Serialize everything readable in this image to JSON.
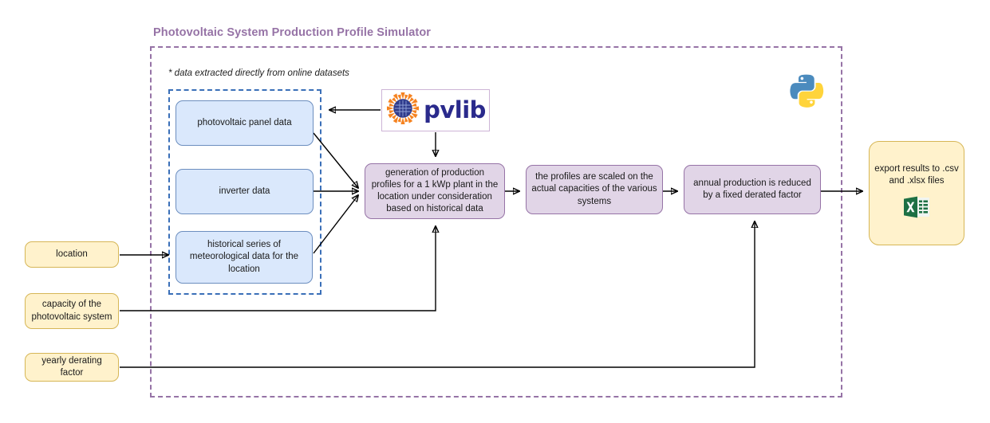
{
  "diagram": {
    "title": "Photovoltaic System Production Profile Simulator",
    "note": "* data extracted directly from online datasets",
    "colors": {
      "title": "#9673a6",
      "outer_border": "#9673a6",
      "inner_border": "#3a6fb8",
      "source_fill": "#dae8fc",
      "source_border": "#6c8ebf",
      "process_fill": "#e1d5e7",
      "process_border": "#9673a6",
      "input_fill": "#fff2cc",
      "input_border": "#d6b656",
      "excel_green": "#1d7044",
      "python_blue": "#4b8bbe",
      "python_yellow": "#ffd43b",
      "pvlib_text": "#2a2a8c",
      "pvlib_sun": "#f5821f"
    }
  },
  "sources": [
    {
      "id": "panel",
      "label": "photovoltaic panel data"
    },
    {
      "id": "inverter",
      "label": "inverter data"
    },
    {
      "id": "meteo",
      "label": "historical series of meteorological data for the location"
    }
  ],
  "processes": [
    {
      "id": "generation",
      "label": "generation of production profiles for a 1 kWp plant in the location under consideration based on historical data"
    },
    {
      "id": "scaling",
      "label": "the profiles are scaled on the actual capacities of the various systems"
    },
    {
      "id": "derating",
      "label": "annual production is reduced by a fixed derated factor"
    }
  ],
  "inputs": [
    {
      "id": "location",
      "label": "location"
    },
    {
      "id": "capacity",
      "label": "capacity of the photovoltaic system"
    },
    {
      "id": "derating_factor",
      "label": "yearly derating factor"
    }
  ],
  "output": {
    "id": "export",
    "label": "export results to .csv and .xlsx files",
    "icon": "excel-icon"
  },
  "logos": {
    "pvlib": {
      "text": "pvlib",
      "icon": "pvlib-sun-panel-icon"
    },
    "python": {
      "icon": "python-logo-icon"
    }
  }
}
